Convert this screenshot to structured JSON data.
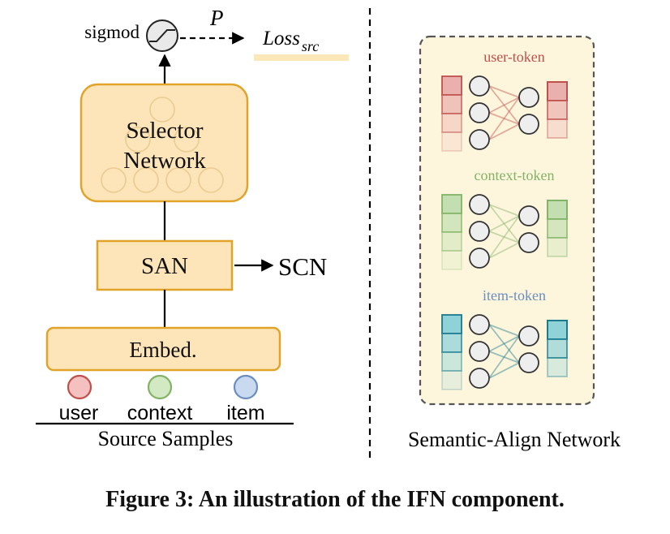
{
  "left_panel": {
    "sigmoid_label": "sigmod",
    "p_label": "P",
    "loss_label": "Loss",
    "loss_subscript": "src",
    "selector_line1": "Selector",
    "selector_line2": "Network",
    "san_label": "SAN",
    "scn_label": "SCN",
    "embed_label": "Embed.",
    "inputs": [
      {
        "label": "user",
        "color": "#e8a0a0",
        "stroke": "#c0504d"
      },
      {
        "label": "context",
        "color": "#b9dba6",
        "stroke": "#7fb060"
      },
      {
        "label": "item",
        "color": "#a9c4e8",
        "stroke": "#6c8ebf"
      }
    ],
    "source_label": "Source Samples"
  },
  "right_panel": {
    "title": "Semantic-Align Network",
    "groups": [
      {
        "label": "user-token",
        "label_color": "#c0504d",
        "color": "#c0504d",
        "fill": "#eab0ae"
      },
      {
        "label": "context-token",
        "label_color": "#82b366",
        "color": "#82b366",
        "fill": "#c3dfb1"
      },
      {
        "label": "item-token",
        "label_color": "#6c8ebf",
        "color": "#1b7a8c",
        "fill": "#8fd3d9"
      }
    ]
  },
  "caption": "Figure 3: An illustration of the IFN component.",
  "colors": {
    "box_fill": "#fde4b9",
    "box_stroke": "#e2a32b",
    "panel_fill": "#fdf6dd",
    "panel_stroke": "#555555"
  }
}
